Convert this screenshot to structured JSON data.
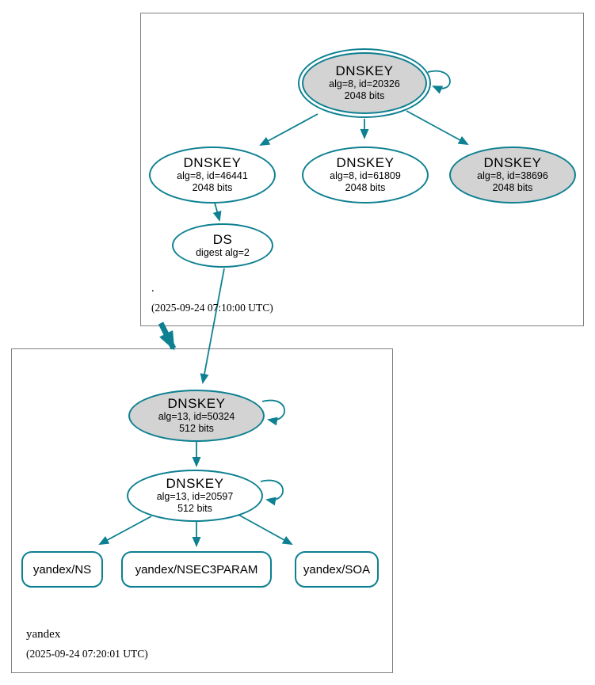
{
  "colors": {
    "edge_teal": "#0d8091",
    "node_gray_fill": "#d3d3d3",
    "zone_box_border": "#808080"
  },
  "zones": {
    "root": {
      "label": ".",
      "timestamp": "(2025-09-24 07:10:00 UTC)",
      "nodes": {
        "ksk_20326": {
          "title": "DNSKEY",
          "line2": "alg=8, id=20326",
          "line3": "2048 bits"
        },
        "zsk_46441": {
          "title": "DNSKEY",
          "line2": "alg=8, id=46441",
          "line3": "2048 bits"
        },
        "zsk_61809": {
          "title": "DNSKEY",
          "line2": "alg=8, id=61809",
          "line3": "2048 bits"
        },
        "ksk_38696": {
          "title": "DNSKEY",
          "line2": "alg=8, id=38696",
          "line3": "2048 bits"
        },
        "ds": {
          "title": "DS",
          "line2": "digest alg=2"
        }
      }
    },
    "yandex": {
      "label": "yandex",
      "timestamp": "(2025-09-24 07:20:01 UTC)",
      "nodes": {
        "ksk_50324": {
          "title": "DNSKEY",
          "line2": "alg=13, id=50324",
          "line3": "512 bits"
        },
        "zsk_20597": {
          "title": "DNSKEY",
          "line2": "alg=13, id=20597",
          "line3": "512 bits"
        },
        "rrset_ns": {
          "label": "yandex/NS"
        },
        "rrset_nsec3param": {
          "label": "yandex/NSEC3PARAM"
        },
        "rrset_soa": {
          "label": "yandex/SOA"
        }
      }
    }
  }
}
